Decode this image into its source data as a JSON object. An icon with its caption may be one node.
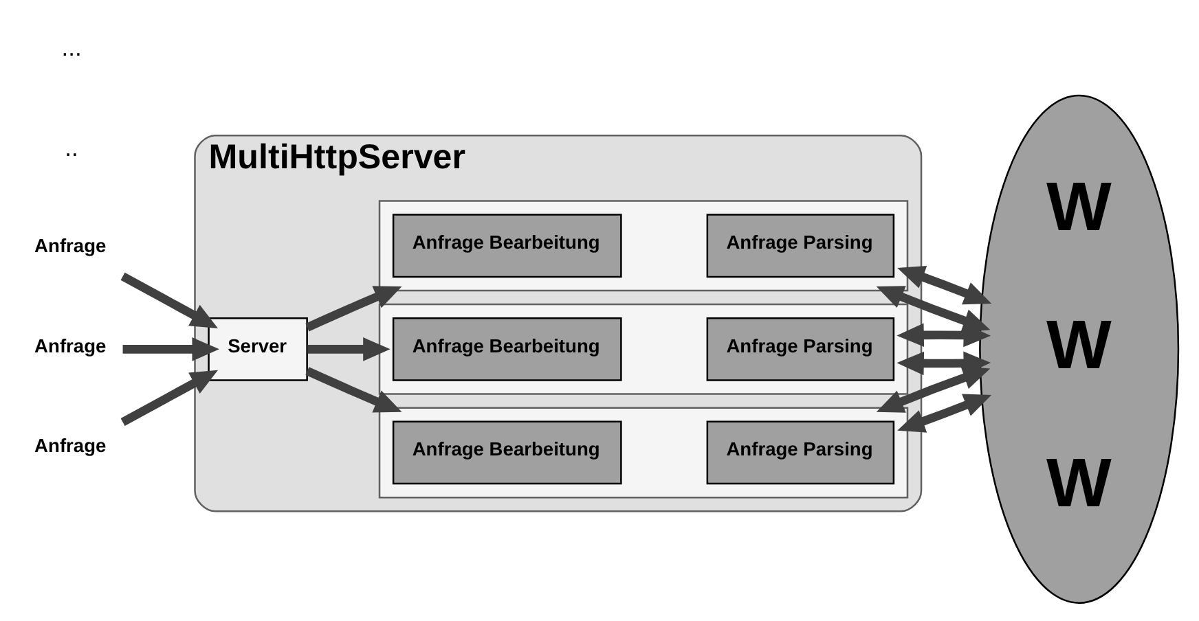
{
  "diagram": {
    "nodes": [
      {
        "text": [
          "MultiHttpServer"
        ]
      },
      {
        "text": [
          "Anfrage"
        ]
      },
      {
        "text": [
          "Anfrage"
        ]
      },
      {
        "text": [
          "Anfrage"
        ]
      },
      {
        "text": [
          "Server"
        ],
        "in": 0
      },
      {
        "text": [],
        "shape": "box",
        "in": 0
      },
      {
        "text": [
          "Anfrage Bearbeitung"
        ],
        "in": 5
      },
      {
        "text": [
          "Anfrage Parsing"
        ],
        "in": 5
      },
      {
        "text": [],
        "shape": "box",
        "in": 0
      },
      {
        "text": [
          "Anfrage Bearbeitung"
        ],
        "in": 8
      },
      {
        "text": [
          "Anfrage Parsing"
        ],
        "in": 8
      },
      {
        "text": [],
        "shape": "box",
        "in": 0
      },
      {
        "text": [
          "Anfrage Bearbeitung"
        ],
        "in": 11
      },
      {
        "text": [
          "Anfrage Parsing"
        ],
        "in": 11
      },
      {
        "text": [
          "W",
          "W",
          "W"
        ]
      }
    ],
    "edges": [
      {
        "from": 1,
        "to": 4,
        "arrow": "to"
      },
      {
        "from": 2,
        "to": 4,
        "arrow": "to"
      },
      {
        "from": 3,
        "to": 4,
        "arrow": "to"
      },
      {
        "from": 4,
        "to": 5,
        "arrow": "to"
      },
      {
        "from": 4,
        "to": 8,
        "arrow": "to"
      },
      {
        "from": 4,
        "to": 11,
        "arrow": "to"
      },
      {
        "from": 5,
        "to": 14,
        "arrow": "both"
      },
      {
        "from": 5,
        "to": 14,
        "arrow": "both"
      },
      {
        "from": 8,
        "to": 14,
        "arrow": "both"
      },
      {
        "from": 8,
        "to": 14,
        "arrow": "both"
      },
      {
        "from": 11,
        "to": 14,
        "arrow": "both"
      },
      {
        "from": 11,
        "to": 14,
        "arrow": "both"
      }
    ],
    "labels": [
      "..",
      "..."
    ]
  }
}
